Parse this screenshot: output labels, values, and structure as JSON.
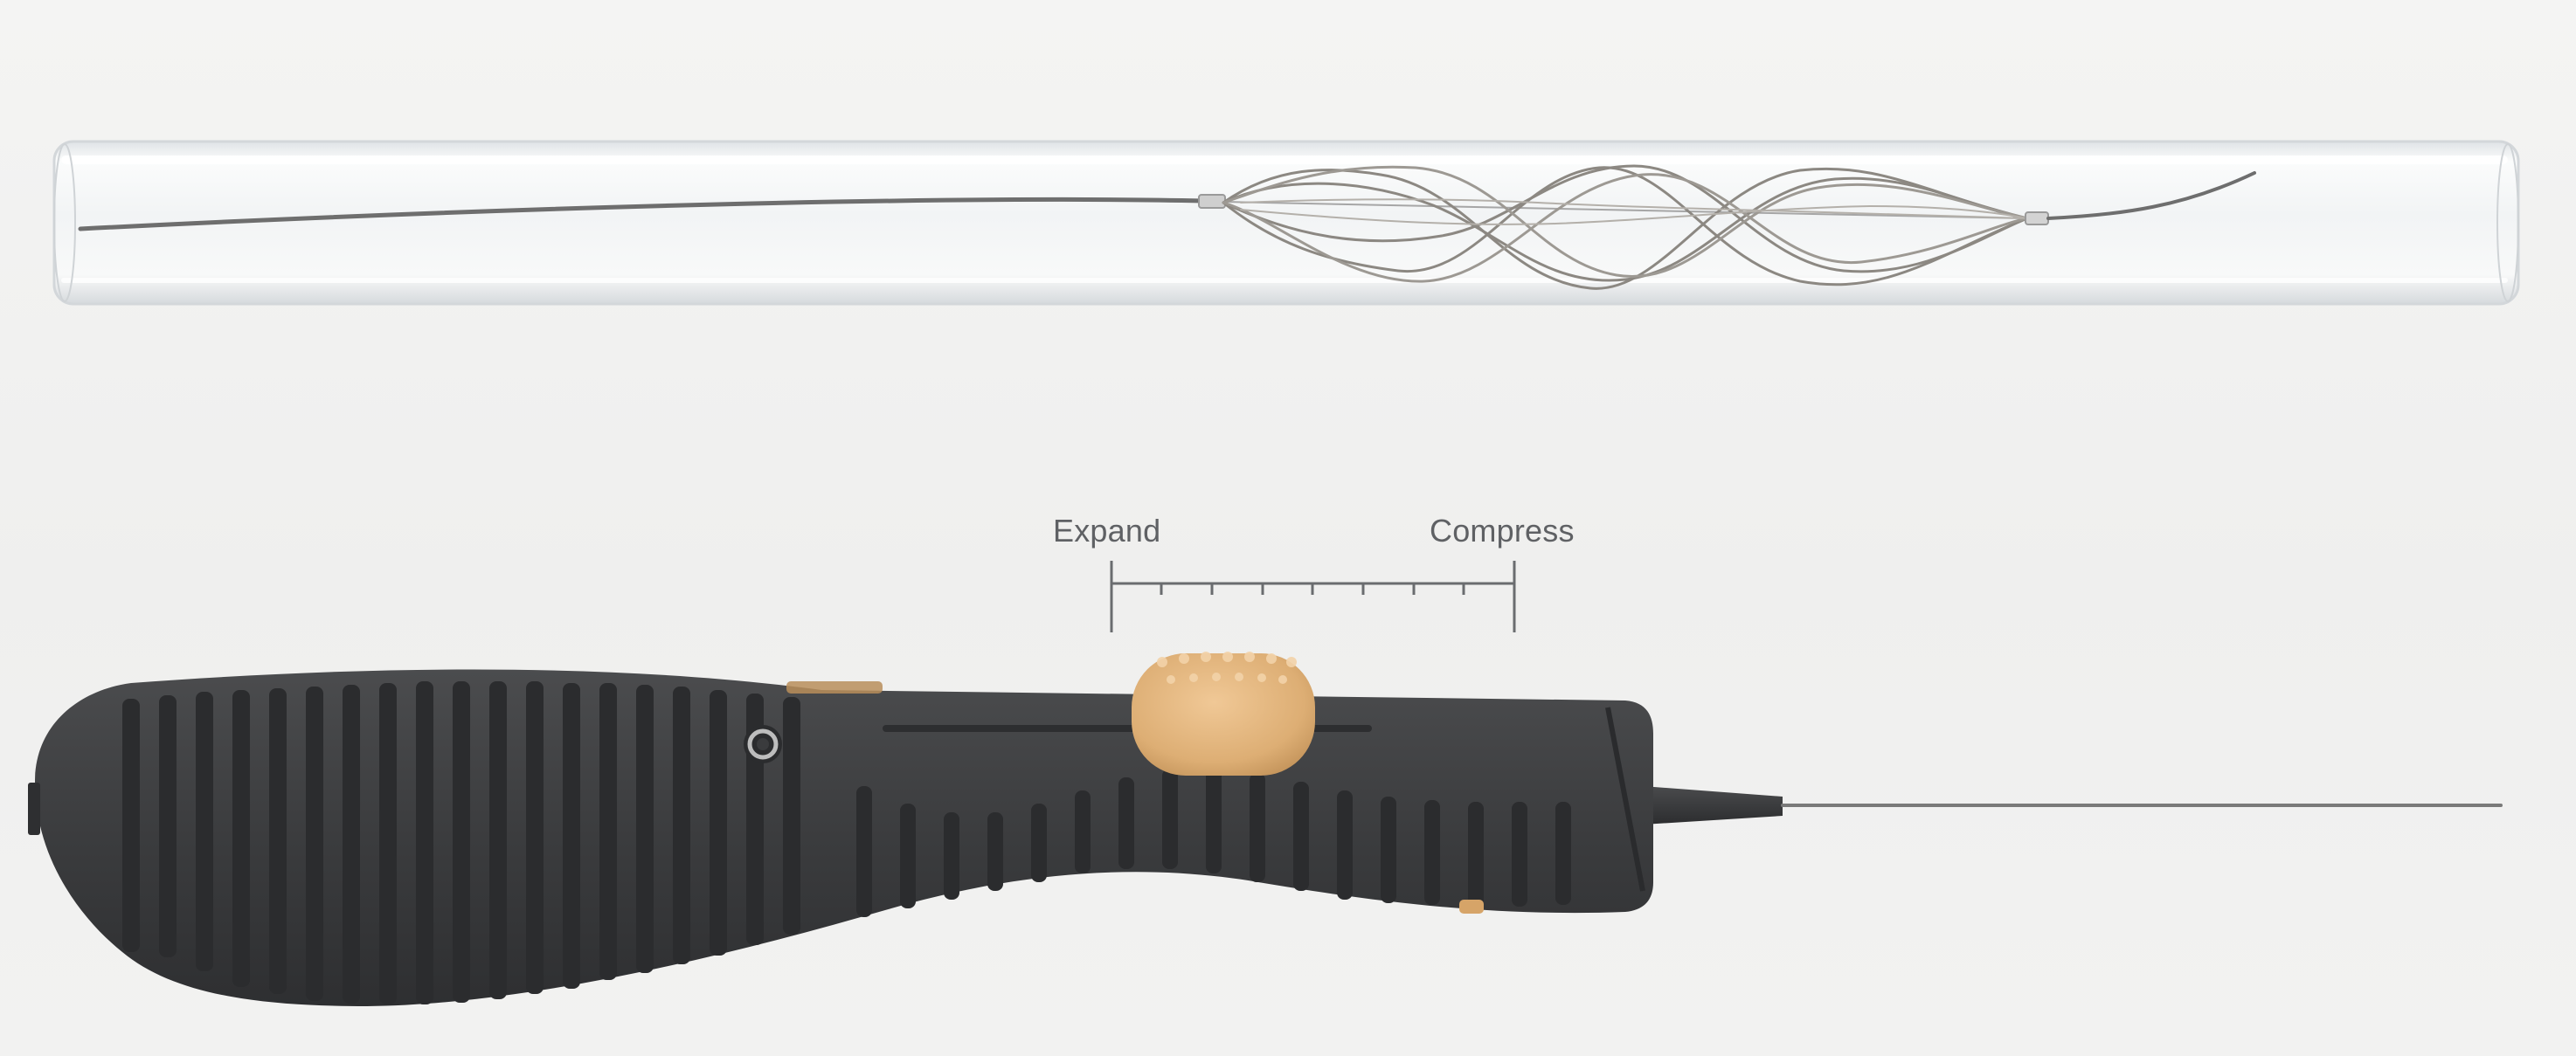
{
  "scale": {
    "expand_label": "Expand",
    "compress_label": "Compress",
    "tick_count": 9,
    "slider_position": 0.28
  },
  "colors": {
    "background": "#f1f1f0",
    "tube_glass": "#e9ecee",
    "wire": "#707070",
    "mesh": "#8a8680",
    "handle": "#3c3d3f",
    "slider": "#e0b27a",
    "scale_line": "#6a6c6f"
  }
}
